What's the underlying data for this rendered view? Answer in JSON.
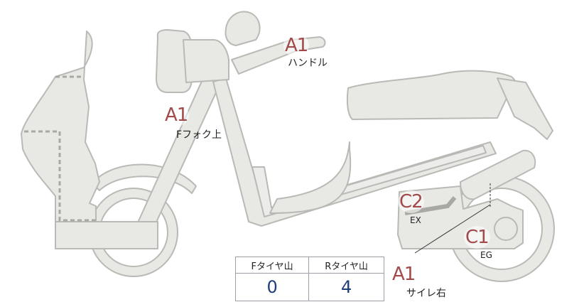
{
  "parts": [
    {
      "id": "handle",
      "grade": "A1",
      "label": "ハンドル"
    },
    {
      "id": "ffork",
      "grade": "A1",
      "label": "Fフォク上"
    },
    {
      "id": "ex",
      "grade": "C2",
      "label": "EX"
    },
    {
      "id": "eg",
      "grade": "C1",
      "label": "EG"
    },
    {
      "id": "side-crack",
      "grade": "A1",
      "label": "サイレ右"
    }
  ],
  "tread": {
    "front_header": "Fタイヤ山",
    "rear_header": "Rタイヤ山",
    "front_value": "0",
    "rear_value": "4"
  },
  "colors": {
    "body_fill": "#e8e8e4",
    "body_stroke": "#b9b9b5",
    "dash": "#a8a8a4",
    "grade_text": "#a24a4a",
    "value_text": "#1f3f79"
  }
}
